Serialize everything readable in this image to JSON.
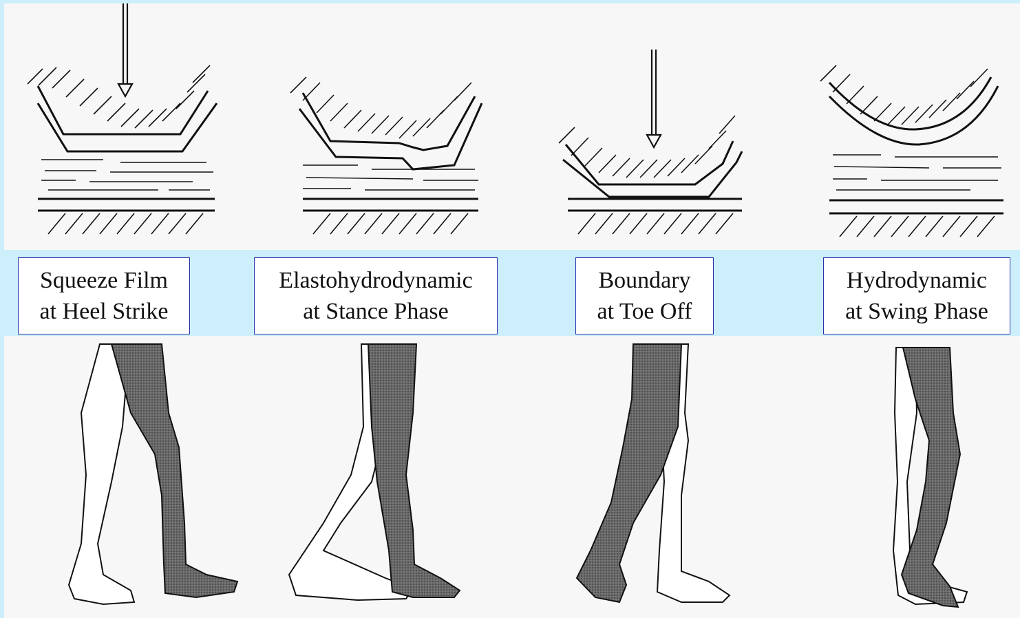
{
  "panels": [
    {
      "line1": "Squeeze Film",
      "line2": "at Heel Strike"
    },
    {
      "line1": "Elastohydrodynamic",
      "line2": "at Stance Phase"
    },
    {
      "line1": "Boundary",
      "line2": "at Toe Off"
    },
    {
      "line1": "Hydrodynamic",
      "line2": "at Swing Phase"
    }
  ],
  "colors": {
    "band": "#cdeefb",
    "background": "#f7f7f7",
    "box_border": "#2a2fa8",
    "leg_shaded": "#555555",
    "ink": "#111111"
  }
}
